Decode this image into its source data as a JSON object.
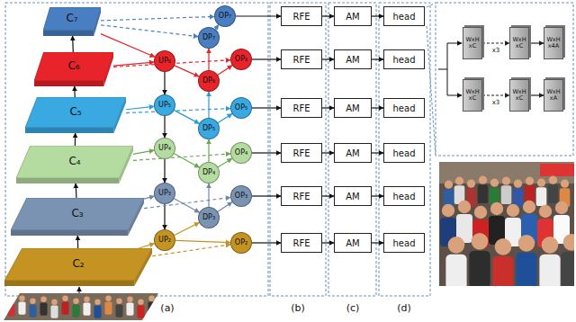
{
  "diagram": {
    "nodes": [
      {
        "text": [
          "C₇"
        ]
      },
      {
        "text": [
          "C₆"
        ]
      },
      {
        "text": [
          "C₅"
        ]
      },
      {
        "text": [
          "C₄"
        ]
      },
      {
        "text": [
          "C₃"
        ]
      },
      {
        "text": [
          "C₂"
        ]
      },
      {
        "text": [
          "UP₆"
        ]
      },
      {
        "text": [
          "UP₅"
        ]
      },
      {
        "text": [
          "UP₄"
        ]
      },
      {
        "text": [
          "UP₃"
        ]
      },
      {
        "text": [
          "UP₂"
        ]
      },
      {
        "text": [
          "DP₇"
        ]
      },
      {
        "text": [
          "DP₆"
        ]
      },
      {
        "text": [
          "DP₅"
        ]
      },
      {
        "text": [
          "DP₄"
        ]
      },
      {
        "text": [
          "DP₃"
        ]
      },
      {
        "text": [
          "OP₇"
        ]
      },
      {
        "text": [
          "OP₆"
        ]
      },
      {
        "text": [
          "OP₅"
        ]
      },
      {
        "text": [
          "OP₄"
        ]
      },
      {
        "text": [
          "OP₃"
        ]
      },
      {
        "text": [
          "OP₂"
        ]
      },
      {
        "text": [
          "RFE"
        ]
      },
      {
        "text": [
          "RFE"
        ]
      },
      {
        "text": [
          "RFE"
        ]
      },
      {
        "text": [
          "RFE"
        ]
      },
      {
        "text": [
          "RFE"
        ]
      },
      {
        "text": [
          "RFE"
        ]
      },
      {
        "text": [
          "AM"
        ]
      },
      {
        "text": [
          "AM"
        ]
      },
      {
        "text": [
          "AM"
        ]
      },
      {
        "text": [
          "AM"
        ]
      },
      {
        "text": [
          "AM"
        ]
      },
      {
        "text": [
          "AM"
        ]
      },
      {
        "text": [
          "head"
        ]
      },
      {
        "text": [
          "head"
        ]
      },
      {
        "text": [
          "head"
        ]
      },
      {
        "text": [
          "head"
        ]
      },
      {
        "text": [
          "head"
        ]
      },
      {
        "text": [
          "head"
        ]
      },
      {
        "text": [
          "WxH xC"
        ]
      },
      {
        "text": [
          "WxH xC"
        ]
      },
      {
        "text": [
          "WxH x4A"
        ]
      },
      {
        "text": [
          "WxH xC"
        ]
      },
      {
        "text": [
          "WxH xC"
        ]
      },
      {
        "text": [
          "WxH xA"
        ]
      }
    ],
    "edges": [
      {
        "from": 5,
        "to": 4,
        "arrow": "to"
      },
      {
        "from": 4,
        "to": 3,
        "arrow": "to"
      },
      {
        "from": 3,
        "to": 2,
        "arrow": "to"
      },
      {
        "from": 2,
        "to": 1,
        "arrow": "to"
      },
      {
        "from": 1,
        "to": 0,
        "arrow": "to"
      },
      {
        "from": 0,
        "to": 6,
        "arrow": "to"
      },
      {
        "from": 1,
        "to": 6,
        "arrow": "to"
      },
      {
        "from": 2,
        "to": 7,
        "arrow": "to"
      },
      {
        "from": 3,
        "to": 8,
        "arrow": "to"
      },
      {
        "from": 4,
        "to": 9,
        "arrow": "to"
      },
      {
        "from": 5,
        "to": 10,
        "arrow": "to"
      },
      {
        "from": 6,
        "to": 7,
        "arrow": "to"
      },
      {
        "from": 7,
        "to": 8,
        "arrow": "to"
      },
      {
        "from": 8,
        "to": 9,
        "arrow": "to"
      },
      {
        "from": 9,
        "to": 10,
        "arrow": "to"
      },
      {
        "from": 6,
        "to": 12,
        "arrow": "to"
      },
      {
        "from": 7,
        "to": 13,
        "arrow": "to"
      },
      {
        "from": 8,
        "to": 14,
        "arrow": "to"
      },
      {
        "from": 9,
        "to": 15,
        "arrow": "to"
      },
      {
        "from": 10,
        "to": 15,
        "arrow": "to"
      },
      {
        "from": 15,
        "to": 14,
        "arrow": "to"
      },
      {
        "from": 14,
        "to": 13,
        "arrow": "to"
      },
      {
        "from": 13,
        "to": 12,
        "arrow": "to"
      },
      {
        "from": 12,
        "to": 11,
        "arrow": "to"
      },
      {
        "from": 11,
        "to": 16,
        "arrow": "to"
      },
      {
        "from": 12,
        "to": 17,
        "arrow": "to"
      },
      {
        "from": 13,
        "to": 18,
        "arrow": "to"
      },
      {
        "from": 14,
        "to": 19,
        "arrow": "to"
      },
      {
        "from": 15,
        "to": 20,
        "arrow": "to"
      },
      {
        "from": 10,
        "to": 21,
        "arrow": "to"
      },
      {
        "from": 0,
        "to": 11,
        "arrow": "to"
      },
      {
        "from": 0,
        "to": 16,
        "arrow": "to"
      },
      {
        "from": 1,
        "to": 17,
        "arrow": "to"
      },
      {
        "from": 2,
        "to": 18,
        "arrow": "to"
      },
      {
        "from": 3,
        "to": 19,
        "arrow": "to"
      },
      {
        "from": 4,
        "to": 20,
        "arrow": "to"
      },
      {
        "from": 5,
        "to": 21,
        "arrow": "to"
      },
      {
        "from": 16,
        "to": 22,
        "arrow": "to"
      },
      {
        "from": 17,
        "to": 23,
        "arrow": "to"
      },
      {
        "from": 18,
        "to": 24,
        "arrow": "to"
      },
      {
        "from": 19,
        "to": 25,
        "arrow": "to"
      },
      {
        "from": 20,
        "to": 26,
        "arrow": "to"
      },
      {
        "from": 21,
        "to": 27,
        "arrow": "to"
      },
      {
        "from": 22,
        "to": 28,
        "arrow": "to"
      },
      {
        "from": 23,
        "to": 29,
        "arrow": "to"
      },
      {
        "from": 24,
        "to": 30,
        "arrow": "to"
      },
      {
        "from": 25,
        "to": 31,
        "arrow": "to"
      },
      {
        "from": 26,
        "to": 32,
        "arrow": "to"
      },
      {
        "from": 27,
        "to": 33,
        "arrow": "to"
      },
      {
        "from": 28,
        "to": 34,
        "arrow": "to"
      },
      {
        "from": 29,
        "to": 35,
        "arrow": "to"
      },
      {
        "from": 30,
        "to": 36,
        "arrow": "to"
      },
      {
        "from": 31,
        "to": 37,
        "arrow": "to"
      },
      {
        "from": 32,
        "to": 38,
        "arrow": "to"
      },
      {
        "from": 33,
        "to": 39,
        "arrow": "to"
      },
      {
        "from": 40,
        "to": 41,
        "label": "x3",
        "arrow": "to"
      },
      {
        "from": 41,
        "to": 42,
        "arrow": "to"
      },
      {
        "from": 43,
        "to": 44,
        "label": "x3",
        "arrow": "to"
      },
      {
        "from": 44,
        "to": 45,
        "arrow": "to"
      }
    ],
    "labels": [
      "(a)",
      "(b)",
      "(c)",
      "(d)"
    ]
  }
}
